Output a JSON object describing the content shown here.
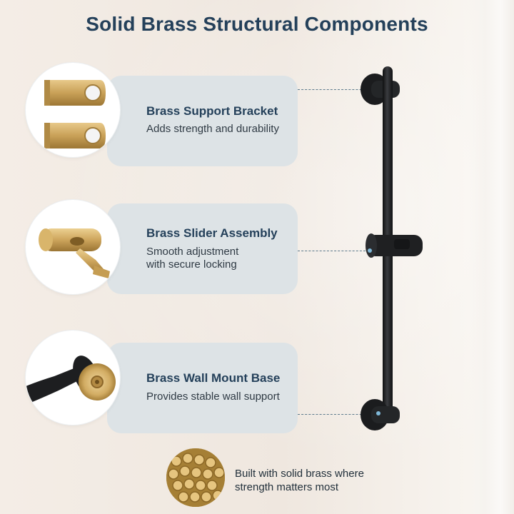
{
  "title": "Solid Brass Structural Components",
  "features": [
    {
      "title": "Brass Support Bracket",
      "desc": "Adds strength and durability",
      "icon": "brass-support-bracket-icon"
    },
    {
      "title": "Brass Slider Assembly",
      "desc_lines": [
        "Smooth adjustment",
        "with secure locking"
      ],
      "icon": "brass-slider-assembly-icon"
    },
    {
      "title": "Brass Wall Mount Base",
      "desc": "Provides stable wall support",
      "icon": "brass-wall-mount-base-icon"
    }
  ],
  "footer": {
    "lines": [
      "Built with solid brass where",
      "strength matters most"
    ],
    "icon": "brass-rods-icon"
  },
  "colors": {
    "heading": "#24405a",
    "panel": "#dde3e6",
    "brass": "#c9a45a",
    "bar": "#1c1d1f"
  }
}
